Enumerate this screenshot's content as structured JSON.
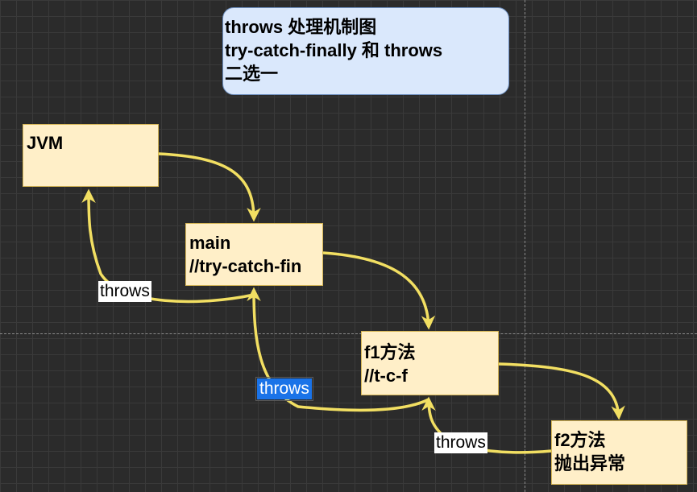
{
  "note": {
    "lines": [
      "throws 处理机制图",
      "try-catch-finally 和 throws",
      "二选一"
    ]
  },
  "nodes": {
    "jvm": {
      "lines": [
        "JVM"
      ]
    },
    "main": {
      "lines": [
        "main",
        "//try-catch-fin"
      ]
    },
    "f1": {
      "lines": [
        "f1方法",
        "//t-c-f"
      ]
    },
    "f2": {
      "lines": [
        "f2方法",
        "抛出异常"
      ]
    }
  },
  "edge_labels": [
    "throws",
    "throws",
    "throws"
  ],
  "colors": {
    "background": "#2b2b2b",
    "node_fill": "#ffefc8",
    "node_border": "#d6b656",
    "note_fill": "#dae8fc",
    "note_border": "#6c8ebf",
    "edge": "#f2df62",
    "selected_label": "#1a73e8"
  }
}
